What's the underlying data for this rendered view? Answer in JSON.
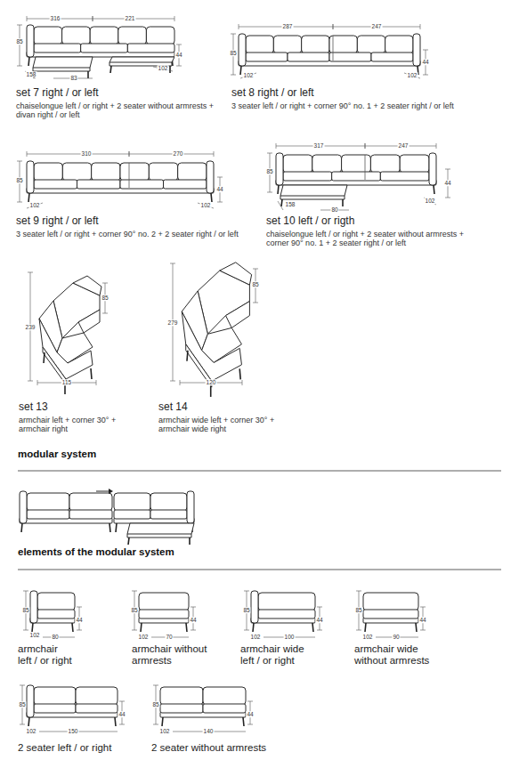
{
  "diagram": {
    "labels": [
      "316",
      "221",
      "85",
      "44",
      "158",
      "83",
      "102",
      "set 7 right / or left",
      "chaiselongue left / or right + 2 seater without armrests + divan right / or left",
      "287",
      "247",
      "85",
      "44",
      "102",
      "102",
      "set 8 right / or left",
      "3 seater left / or right + corner 90° no. 1 + 2 seater right / or left",
      "310",
      "270",
      "85",
      "44",
      "102",
      "102",
      "set 9 right / or left",
      "3 seater left / or right + corner 90° no. 2 + 2 seater right / or left",
      "317",
      "247",
      "85",
      "44",
      "158",
      "80",
      "102",
      "set 10 left / or rigth",
      "chaiselongue left / or right + 2 seater without armrests + corner 90° no. 1 + 2 seater right / or left",
      "239",
      "85",
      "115",
      "set 13",
      "armchair left + corner 30° + armchair right",
      "279",
      "85",
      "120",
      "set 14",
      "armchair wide left + corner 30° + armchair wide right",
      "modular system",
      "elements of the modular system",
      "85",
      "44",
      "102",
      "80",
      "armchair left / or right",
      "85",
      "44",
      "102",
      "70",
      "armchair without armrests",
      "85",
      "44",
      "102",
      "100",
      "armchair wide left / or right",
      "85",
      "44",
      "102",
      "90",
      "armchair wide without armrests",
      "85",
      "44",
      "102",
      "150",
      "2 seater left / or right",
      "85",
      "44",
      "102",
      "140",
      "2 seater without armrests"
    ]
  }
}
